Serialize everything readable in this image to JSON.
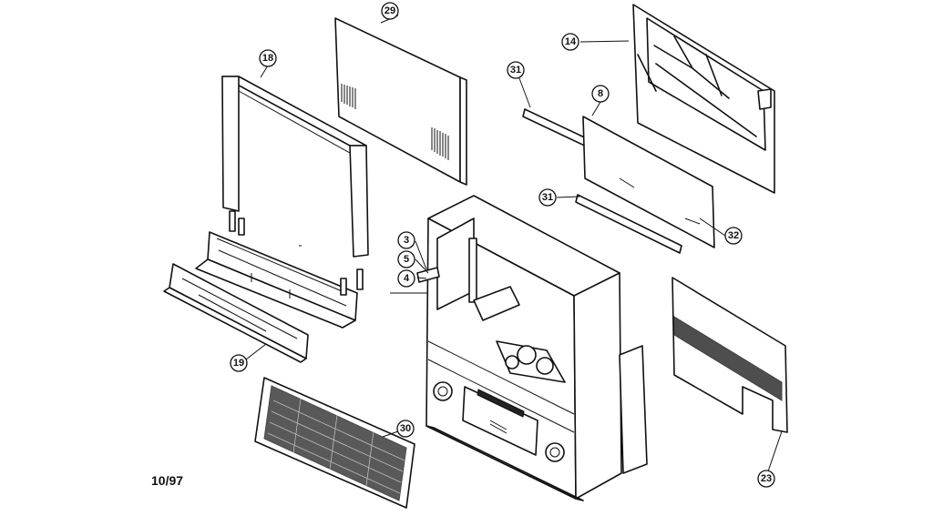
{
  "diagram": {
    "date_code": "10/97",
    "callouts": [
      {
        "id": "c29",
        "label": "29"
      },
      {
        "id": "c18",
        "label": "18"
      },
      {
        "id": "c14",
        "label": "14"
      },
      {
        "id": "c31a",
        "label": "31"
      },
      {
        "id": "c8",
        "label": "8"
      },
      {
        "id": "c31b",
        "label": "31"
      },
      {
        "id": "c32",
        "label": "32"
      },
      {
        "id": "c3",
        "label": "3"
      },
      {
        "id": "c5",
        "label": "5"
      },
      {
        "id": "c4",
        "label": "4"
      },
      {
        "id": "c19",
        "label": "19"
      },
      {
        "id": "c30",
        "label": "30"
      },
      {
        "id": "c23",
        "label": "23"
      }
    ]
  }
}
